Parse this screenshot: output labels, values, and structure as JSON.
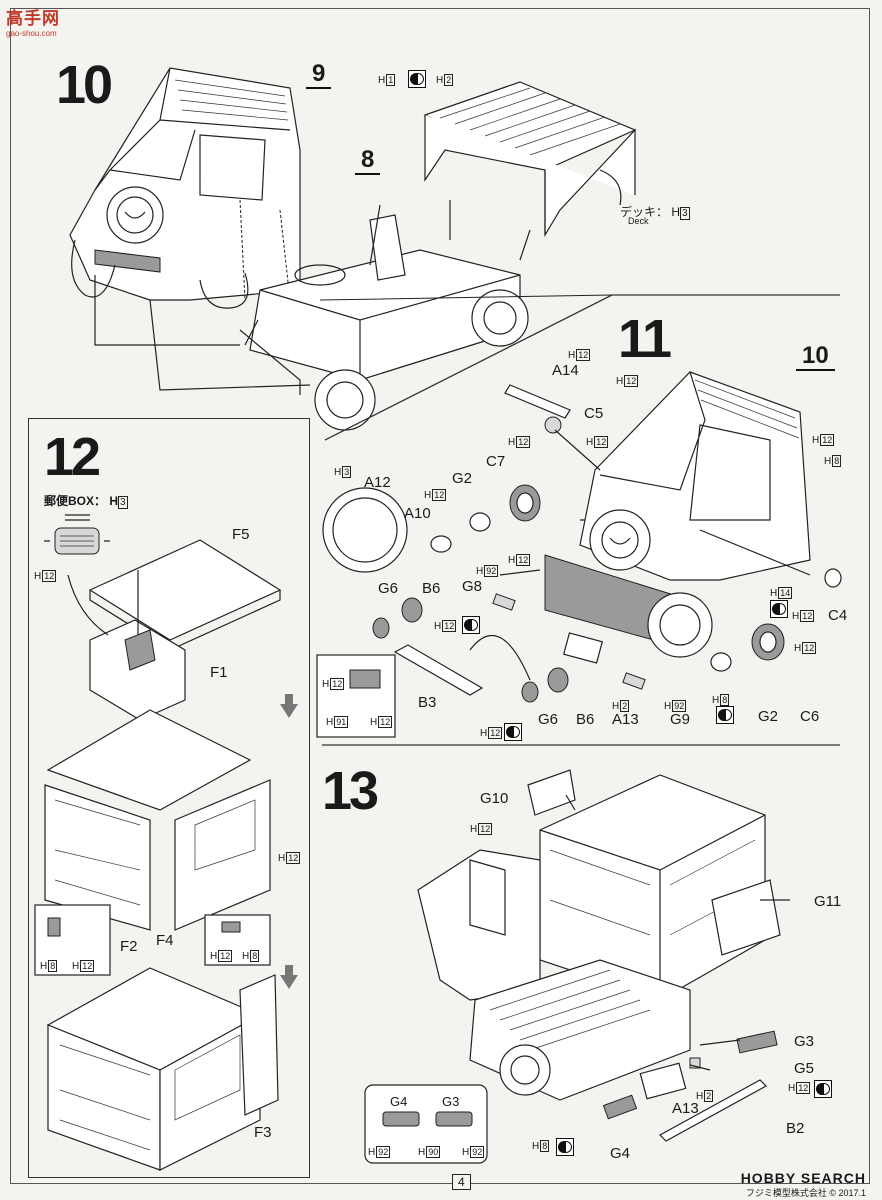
{
  "watermark": {
    "site": "高手网",
    "url": "gao-shou.com"
  },
  "steps": {
    "s10": {
      "number": "10",
      "ref_a": "9",
      "ref_b": "8",
      "h_a": "1",
      "h_b": "2",
      "deck_jp": "デッキ：",
      "deck_en": "Deck",
      "deck_h": "3"
    },
    "s11": {
      "number": "11",
      "ref": "10",
      "parts": {
        "a14": "A14",
        "c5": "C5",
        "c7": "C7",
        "g2a": "G2",
        "a12": "A12",
        "a10": "A10",
        "g8": "G8",
        "g6a": "G6",
        "b6a": "B6",
        "b3": "B3",
        "g6b": "G6",
        "b6b": "B6",
        "a13": "A13",
        "g9": "G9",
        "g2b": "G2",
        "c6": "C6",
        "c4": "C4"
      },
      "h": {
        "a14": "12",
        "c5": "12",
        "c7": "12",
        "body_top": "12",
        "body_side": "12",
        "body_side2": "8",
        "a12": "3",
        "g2": "12",
        "g8": "92",
        "front": "12",
        "b6": "12",
        "c4a": "14",
        "c4b": "12",
        "c6": "12",
        "a13": "2",
        "g9": "92",
        "g9b": "8",
        "inset_a": "12",
        "inset_b": "91",
        "inset_c": "12",
        "b3": "12"
      }
    },
    "s12": {
      "number": "12",
      "post_box": "郵便BOX：",
      "post_box_h": "3",
      "parts": {
        "f5": "F5",
        "f1": "F1",
        "f2": "F2",
        "f4": "F4",
        "f3": "F3"
      },
      "h": {
        "window": "12",
        "f4": "12",
        "f2a": "8",
        "f2b": "12",
        "f4a": "12",
        "f4b": "8"
      }
    },
    "s13": {
      "number": "13",
      "parts": {
        "g10": "G10",
        "g11": "G11",
        "g3": "G3",
        "g5": "G5",
        "a13": "A13",
        "b2": "B2",
        "g4": "G4",
        "leg_g4": "G4",
        "leg_g3": "G3"
      },
      "h": {
        "cab": "12",
        "g5": "12",
        "a13": "2",
        "g4": "8",
        "leg_a": "92",
        "leg_b": "90",
        "leg_c": "92"
      }
    }
  },
  "page_number": "4",
  "footer": {
    "logo": "HOBBY SEARCH",
    "copyright": "フジミ模型株式会社 © 2017.1"
  }
}
